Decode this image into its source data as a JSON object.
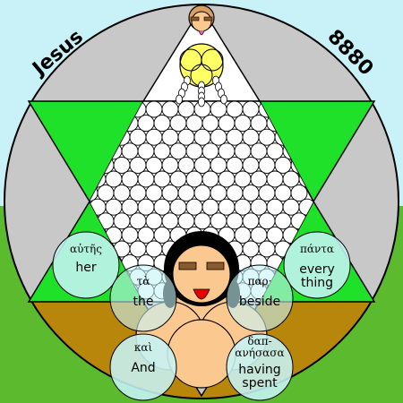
{
  "header": {
    "name": "Jesus",
    "number": "8880"
  },
  "colors": {
    "sky": "#c8f2f8",
    "grass": "#5cba2f",
    "ring": "#c8c8c8",
    "triangle_green": "#1fe12a",
    "ground_brown": "#b8860b",
    "bubble": "#c6f4f6",
    "skin": "#fbc890",
    "face_yellow": "#ffff66",
    "mouth": "#e60000"
  },
  "bubbles": [
    {
      "id": "her",
      "greek": "αὐτῆς",
      "english": "her"
    },
    {
      "id": "everything",
      "greek": "πάντα",
      "english": "every thing"
    },
    {
      "id": "the",
      "greek": "τὰ",
      "english": "the"
    },
    {
      "id": "beside",
      "greek": "παρ·",
      "english": "beside"
    },
    {
      "id": "and",
      "greek": "καὶ",
      "english": "And"
    },
    {
      "id": "having-spent",
      "greek": "δαπ-ανήσασα",
      "english": "having spent"
    }
  ]
}
